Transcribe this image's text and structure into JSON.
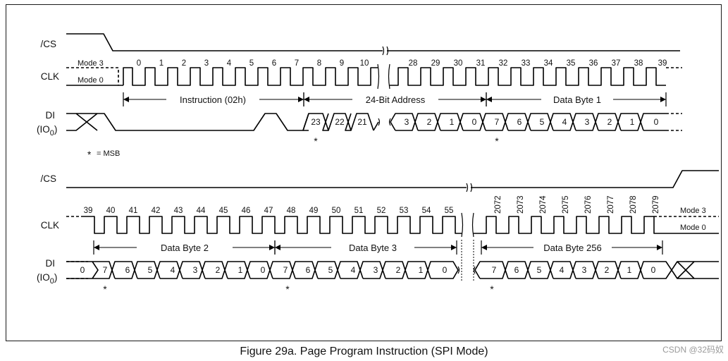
{
  "caption": "Figure 29a. Page Program Instruction (SPI Mode)",
  "watermark": "CSDN @32码奴",
  "legend": {
    "star": "*",
    "text": "= MSB"
  },
  "signals": {
    "cs": "/CS",
    "clk": "CLK",
    "di": "DI",
    "io": "(IO",
    "io_sub": "0",
    "io_close": ")"
  },
  "modes": {
    "mode3": "Mode 3",
    "mode0": "Mode 0"
  },
  "star": "*",
  "top": {
    "clock_labels": [
      "0",
      "1",
      "2",
      "3",
      "4",
      "5",
      "6",
      "7",
      "8",
      "9",
      "10",
      "28",
      "29",
      "30",
      "31",
      "32",
      "33",
      "34",
      "35",
      "36",
      "37",
      "38",
      "39"
    ],
    "arrows": [
      "Instruction (02h)",
      "24-Bit Address",
      "Data Byte 1"
    ],
    "di_values": [
      "23",
      "22",
      "21",
      "3",
      "2",
      "1",
      "0",
      "7",
      "6",
      "5",
      "4",
      "3",
      "2",
      "1",
      "0"
    ]
  },
  "bottom": {
    "clock_labels": [
      "39",
      "40",
      "41",
      "42",
      "43",
      "44",
      "45",
      "46",
      "47",
      "48",
      "49",
      "50",
      "51",
      "52",
      "53",
      "54",
      "55",
      "2072",
      "2073",
      "2074",
      "2075",
      "2076",
      "2077",
      "2078",
      "2079"
    ],
    "arrows": [
      "Data Byte 2",
      "Data Byte 3",
      "Data Byte 256"
    ],
    "di_values": [
      "0",
      "7",
      "6",
      "5",
      "4",
      "3",
      "2",
      "1",
      "0",
      "7",
      "6",
      "5",
      "4",
      "3",
      "2",
      "1",
      "0",
      "7",
      "6",
      "5",
      "4",
      "3",
      "2",
      "1",
      "0"
    ]
  }
}
